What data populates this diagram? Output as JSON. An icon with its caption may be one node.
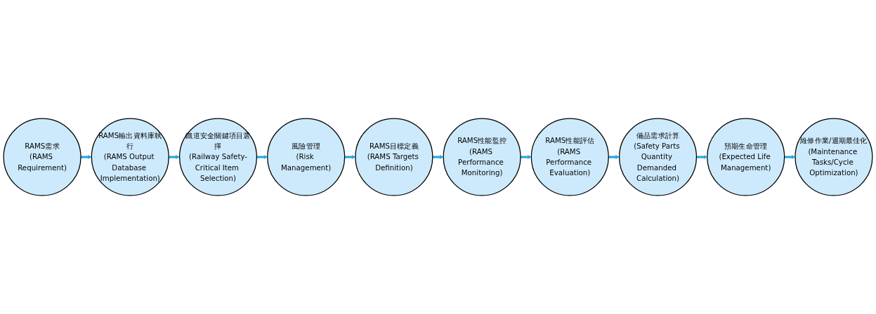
{
  "diagram": {
    "nodes": [
      {
        "text": [
          "RAMS需求",
          "(RAMS Requirement)"
        ]
      },
      {
        "text": [
          "RAMS輸出資料庫執行",
          "(RAMS Output Database Implementation)"
        ]
      },
      {
        "text": [
          "鐵道安全關鍵項目選擇",
          "(Railway Safety-Critical Item Selection)"
        ]
      },
      {
        "text": [
          "風險管理",
          "(Risk Management)"
        ]
      },
      {
        "text": [
          "RAMS目標定義",
          "(RAMS Targets Definition)"
        ]
      },
      {
        "text": [
          "RAMS性能監控",
          "(RAMS Performance Monitoring)"
        ]
      },
      {
        "text": [
          "RAMS性能評估",
          "(RAMS Performance Evaluation)"
        ]
      },
      {
        "text": [
          "備品需求計算",
          "(Safety Parts Quantity Demanded Calculation)"
        ]
      },
      {
        "text": [
          "預期生命管理",
          "(Expected Life Management)"
        ]
      },
      {
        "text": [
          "維修作業/週期最佳化",
          "(Maintenance Tasks/Cycle Optimization)"
        ]
      }
    ],
    "edges": [
      {
        "from": 0,
        "to": 1,
        "arrow": "to"
      },
      {
        "from": 1,
        "to": 2,
        "arrow": "to"
      },
      {
        "from": 2,
        "to": 3,
        "arrow": "to"
      },
      {
        "from": 3,
        "to": 4,
        "arrow": "to"
      },
      {
        "from": 4,
        "to": 5,
        "arrow": "to"
      },
      {
        "from": 5,
        "to": 6,
        "arrow": "to"
      },
      {
        "from": 6,
        "to": 7,
        "arrow": "to"
      },
      {
        "from": 7,
        "to": 8,
        "arrow": "to"
      },
      {
        "from": 8,
        "to": 9,
        "arrow": "to"
      }
    ]
  }
}
